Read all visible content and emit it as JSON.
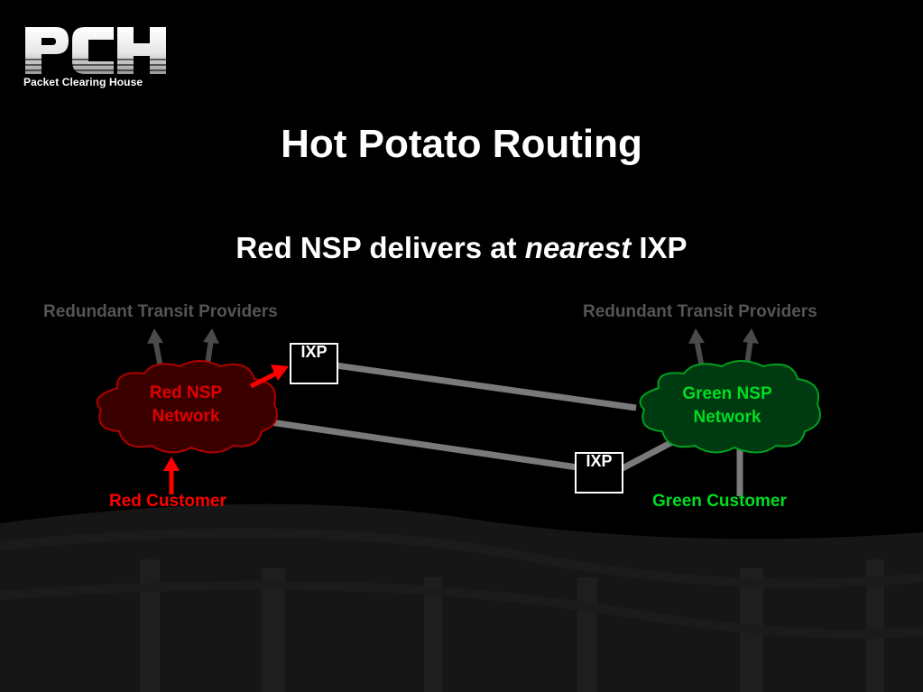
{
  "logo": {
    "mark": "PCH",
    "name": "Packet Clearing House"
  },
  "title": "Hot Potato Routing",
  "subtitle": {
    "before": "Red NSP delivers at ",
    "emphasis": "nearest",
    "after": " IXP"
  },
  "transit": {
    "left": "Redundant Transit Providers",
    "right": "Redundant Transit Providers"
  },
  "red_network": {
    "line1": "Red NSP",
    "line2": "Network",
    "color": "#e00000",
    "fill": "#3a0000"
  },
  "green_network": {
    "line1": "Green NSP",
    "line2": "Network",
    "color": "#00dd22",
    "fill": "#003a10"
  },
  "ixp_top": "IXP",
  "ixp_bottom": "IXP",
  "red_customer": "Red Customer",
  "green_customer": "Green Customer",
  "colors": {
    "background": "#000000",
    "link": "#7a7a7a",
    "arrow": "#ff0000",
    "transit_text": "#555555"
  }
}
